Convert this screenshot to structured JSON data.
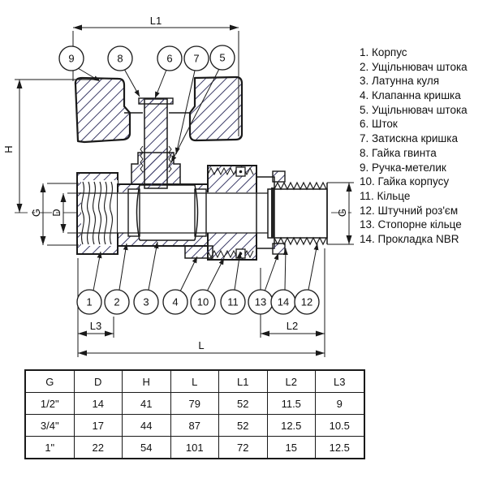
{
  "drawing": {
    "dims": {
      "L1": "L1",
      "H": "H",
      "G_left": "G",
      "D": "D",
      "G_right": "G",
      "L3": "L3",
      "L2": "L2",
      "L": "L"
    },
    "callouts_top": [
      "9",
      "8",
      "6",
      "7",
      "5"
    ],
    "callouts_bottom": [
      "1",
      "2",
      "3",
      "4",
      "10",
      "11",
      "13",
      "14",
      "12"
    ]
  },
  "parts_list": {
    "items": [
      "1. Корпус",
      "2. Ущільнювач штока",
      "3. Латунна куля",
      "4. Клапанна кришка",
      "5. Ущільнювач штока",
      "6. Шток",
      "7. Затискна кришка",
      "8. Гайка гвинта",
      "9. Ручка-метелик",
      "10. Гайка корпусу",
      "11. Кільце",
      "12. Штучний роз'єм",
      "13. Стопорне кільце",
      "14. Прокладка NBR"
    ]
  },
  "spec_table": {
    "headers": [
      "G",
      "D",
      "H",
      "L",
      "L1",
      "L2",
      "L3"
    ],
    "rows": [
      [
        "1/2\"",
        "14",
        "41",
        "79",
        "52",
        "11.5",
        "9"
      ],
      [
        "3/4\"",
        "17",
        "44",
        "87",
        "52",
        "12.5",
        "10.5"
      ],
      [
        "1\"",
        "22",
        "54",
        "101",
        "72",
        "15",
        "12.5"
      ]
    ]
  },
  "colors": {
    "hatch": "#3c3c68",
    "line": "#1a1a1a",
    "bg": "#ffffff"
  }
}
